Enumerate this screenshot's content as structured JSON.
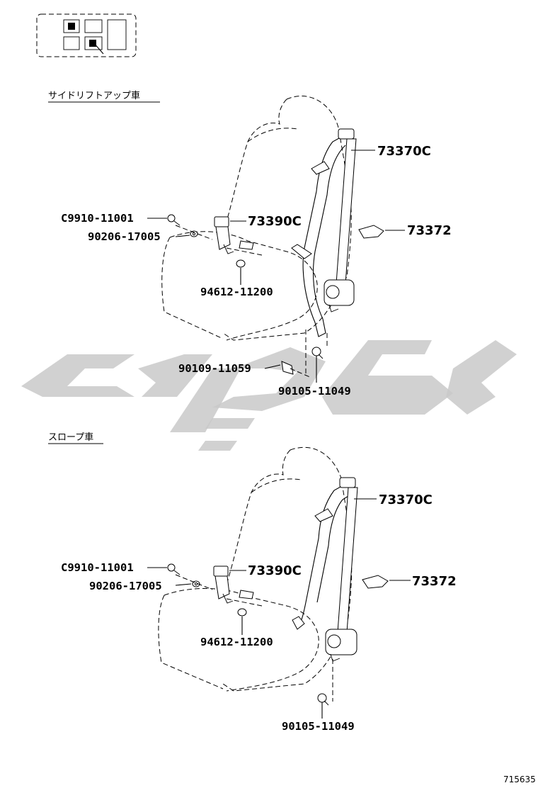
{
  "diagram_id": "715635",
  "sections": [
    {
      "heading": "サイドリフトアップ車",
      "callouts": [
        {
          "id": "belt-outer",
          "label": "73370C"
        },
        {
          "id": "buckle",
          "label": "73390C"
        },
        {
          "id": "clip",
          "label": "73372"
        },
        {
          "id": "bolt-buckle",
          "label": "C9910-11001"
        },
        {
          "id": "washer",
          "label": "90206-17005"
        },
        {
          "id": "nut",
          "label": "94612-11200"
        },
        {
          "id": "bolt-lower",
          "label": "90109-11059"
        },
        {
          "id": "bolt-retractor",
          "label": "90105-11049"
        }
      ]
    },
    {
      "heading": "スロープ車",
      "callouts": [
        {
          "id": "belt-outer",
          "label": "73370C"
        },
        {
          "id": "buckle",
          "label": "73390C"
        },
        {
          "id": "clip",
          "label": "73372"
        },
        {
          "id": "bolt-buckle",
          "label": "C9910-11001"
        },
        {
          "id": "washer",
          "label": "90206-17005"
        },
        {
          "id": "nut",
          "label": "94612-11200"
        },
        {
          "id": "bolt-retractor",
          "label": "90105-11049"
        }
      ]
    }
  ],
  "watermark_color": "#c9c9c9"
}
